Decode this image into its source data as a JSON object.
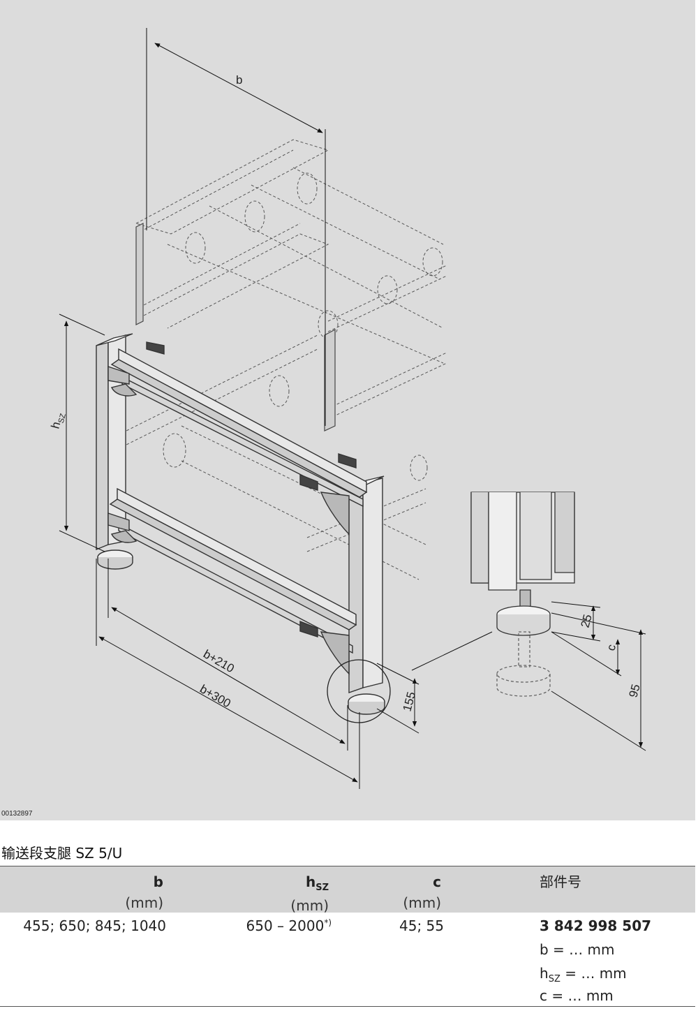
{
  "figure": {
    "id_label": "00132897",
    "dim_labels": {
      "b": "b",
      "hsz_main": "h",
      "hsz_sub": "SZ",
      "b210": "b+210",
      "b300": "b+300",
      "d155": "155",
      "d25": "25",
      "dc": "c",
      "d95": "95"
    }
  },
  "caption": "输送段支腿 SZ 5/U",
  "table": {
    "headers": {
      "b_sym": "b",
      "b_unit": "(mm)",
      "h_sym": "h",
      "h_sub": "SZ",
      "h_unit": "(mm)",
      "c_sym": "c",
      "c_unit": "(mm)",
      "part": "部件号"
    },
    "row": {
      "b": "455; 650; 845; 1040",
      "h": "650 – 2000",
      "h_note": "*)",
      "c": "45; 55",
      "part_no": "3 842 998 507",
      "order_b": "b = … mm",
      "order_h_main": "h",
      "order_h_sub": "SZ",
      "order_h_rest": " = … mm",
      "order_c": "c = … mm"
    }
  }
}
